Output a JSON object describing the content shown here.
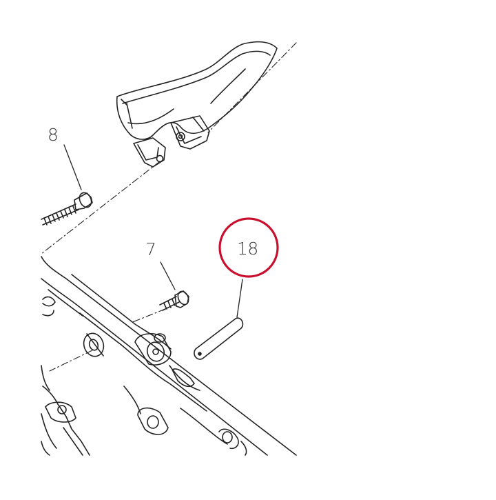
{
  "diagram": {
    "callouts": {
      "part_8": "8",
      "part_7": "7",
      "part_18": "18"
    },
    "highlight": {
      "target": "18",
      "color": "#c8102e"
    },
    "line_color": "#222222"
  }
}
